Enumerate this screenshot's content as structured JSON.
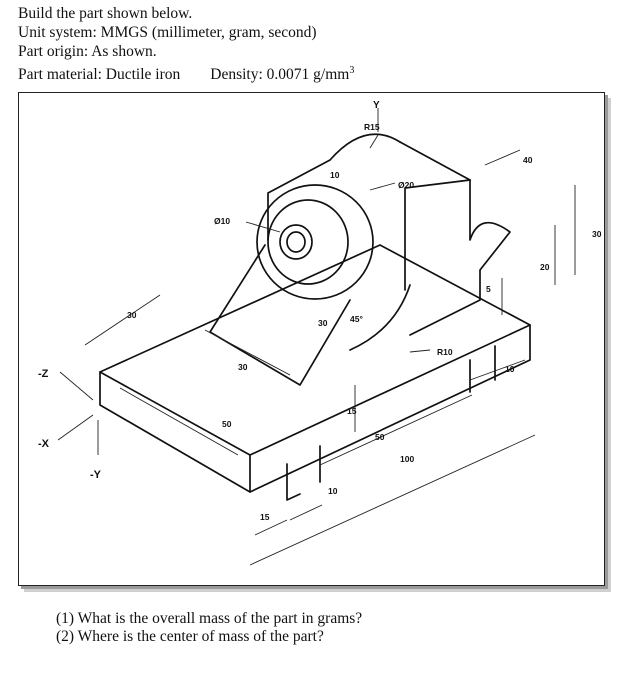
{
  "header": {
    "title": "Build the part shown below.",
    "unit_system": "Unit system: MMGS (millimeter, gram, second)",
    "part_origin": "Part origin: As shown.",
    "material": "Part material: Ductile iron",
    "density_prefix": "Density: 0.0071 g/mm",
    "density_exp": "3"
  },
  "drawing": {
    "labels": {
      "r15": "R15",
      "phi20": "Ø20",
      "phi10": "Ø10",
      "d10_top": "10",
      "d40": "40",
      "d30_right": "30",
      "d20": "20",
      "d5": "5",
      "r10": "R10",
      "d10_right": "10",
      "d30_left": "30",
      "d30_mid": "30",
      "d30_incl": "30",
      "a45": "45°",
      "d50_left": "50",
      "d15_mid": "15",
      "d50_front": "50",
      "d100": "100",
      "d10_bottom": "10",
      "d15_bottom": "15"
    },
    "axes": {
      "z": "-Z",
      "x": "-X",
      "y": "-Y",
      "y_top": "Y"
    }
  },
  "questions": {
    "q1": "(1) What is the overall mass of the part in grams?",
    "q2": "(2) Where is the center of mass of the part?"
  }
}
